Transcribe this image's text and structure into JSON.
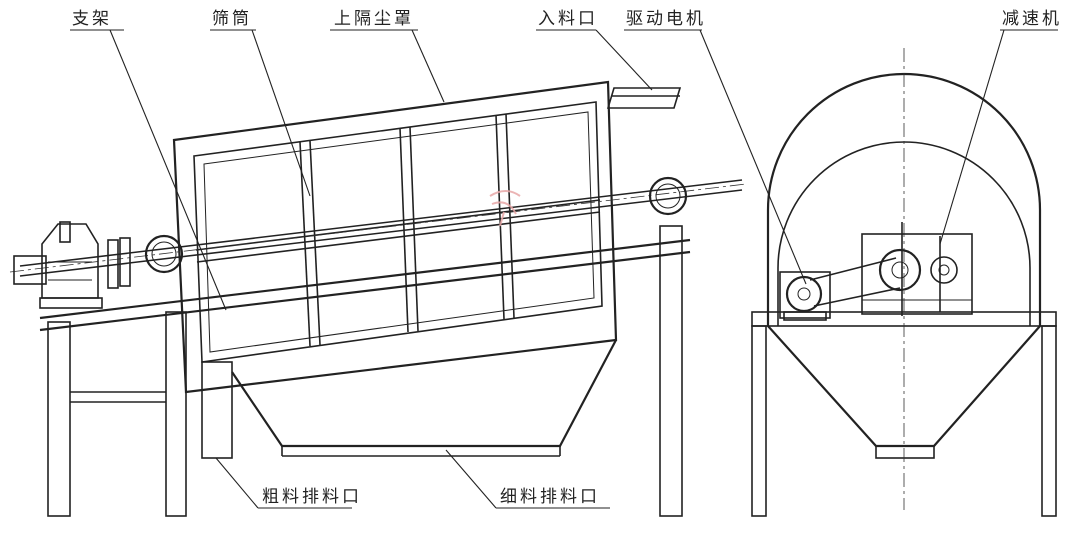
{
  "labels": {
    "bracket": "支架",
    "screen_drum": "筛筒",
    "dust_cover": "上隔尘罩",
    "feed_inlet": "入料口",
    "drive_motor": "驱动电机",
    "reducer": "减速机",
    "coarse_outlet": "粗料排料口",
    "fine_outlet": "细料排料口"
  },
  "colors": {
    "line": "#222222",
    "background": "#ffffff",
    "watermark": "#e7a7a7"
  }
}
